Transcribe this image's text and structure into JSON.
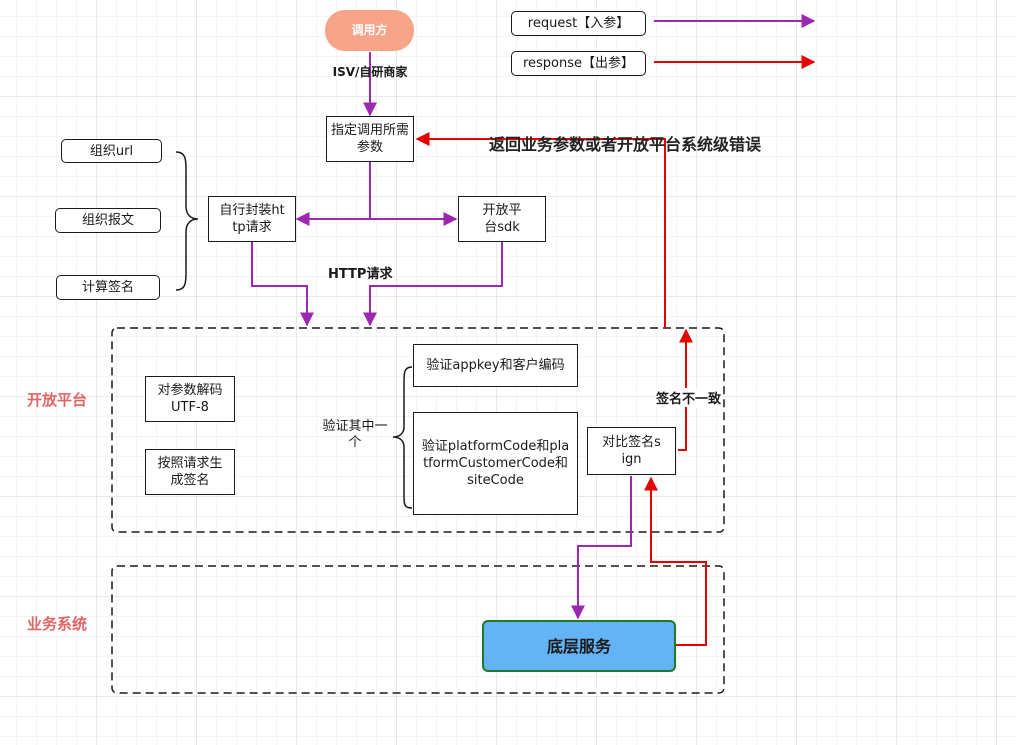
{
  "legend": {
    "request": "request【入参】",
    "response": "response【出参】"
  },
  "colors": {
    "request_arrow": "#9c27b0",
    "response_arrow": "#e60000",
    "caller_fill": "#f8a488",
    "service_fill": "#63b3f5",
    "service_border": "#1f7a2e",
    "region_label": "#e06666"
  },
  "caller": {
    "label": "调用方",
    "subtitle": "ISV/自研商家"
  },
  "specify_params": "指定调用所需参数",
  "return_label": "返回业务参数或者开放平台系统级错误",
  "self_wrap": "自行封装http请求",
  "open_sdk": "开放平台sdk",
  "http_request": "HTTP请求",
  "build_steps": [
    "组织url",
    "组织报文",
    "计算签名"
  ],
  "open_platform": {
    "label": "开放平台",
    "decode": "对参数解码UTF-8",
    "gen_sign": "按照请求生成签名",
    "verify_one": "验证其中一个",
    "verify_appkey": "验证appkey和客户编码",
    "verify_platform": "验证platformCode和platformCustomerCode和siteCode",
    "compare_sign": "对比签名sign",
    "sign_mismatch": "签名不一致"
  },
  "business_system": {
    "label": "业务系统",
    "service": "底层服务"
  }
}
